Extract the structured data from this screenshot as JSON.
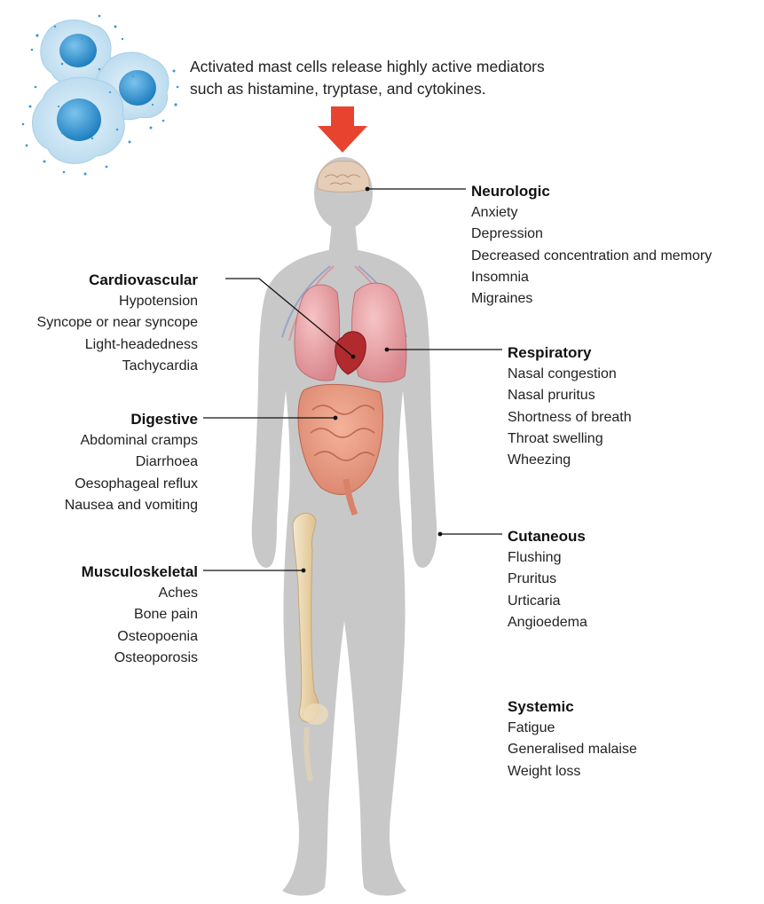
{
  "intro": {
    "lines": [
      "Activated mast cells release highly active mediators",
      "such as histamine, tryptase, and cytokines."
    ]
  },
  "systems": {
    "neurologic": {
      "title": "Neurologic",
      "items": [
        "Anxiety",
        "Depression",
        "Decreased concentration and memory",
        "Insomnia",
        "Migraines"
      ]
    },
    "cardiovascular": {
      "title": "Cardiovascular",
      "items": [
        "Hypotension",
        "Syncope or near syncope",
        "Light-headedness",
        "Tachycardia"
      ]
    },
    "respiratory": {
      "title": "Respiratory",
      "items": [
        "Nasal congestion",
        "Nasal pruritus",
        "Shortness of breath",
        "Throat swelling",
        "Wheezing"
      ]
    },
    "digestive": {
      "title": "Digestive",
      "items": [
        "Abdominal cramps",
        "Diarrhoea",
        "Oesophageal reflux",
        "Nausea and vomiting"
      ]
    },
    "cutaneous": {
      "title": "Cutaneous",
      "items": [
        "Flushing",
        "Pruritus",
        "Urticaria",
        "Angioedema"
      ]
    },
    "musculoskeletal": {
      "title": "Musculoskeletal",
      "items": [
        "Aches",
        "Bone pain",
        "Osteopoenia",
        "Osteoporosis"
      ]
    },
    "systemic": {
      "title": "Systemic",
      "items": [
        "Fatigue",
        "Generalised malaise",
        "Weight loss"
      ]
    }
  },
  "colors": {
    "silhouette": "#c8c8c8",
    "arrow": "#e8432f",
    "cell_outer": "#c9e3f2",
    "cell_nucleus": "#3a9bd4",
    "organ_pink": "#e8a0a0",
    "bone": "#eedcbc",
    "leader_line": "#111111"
  }
}
